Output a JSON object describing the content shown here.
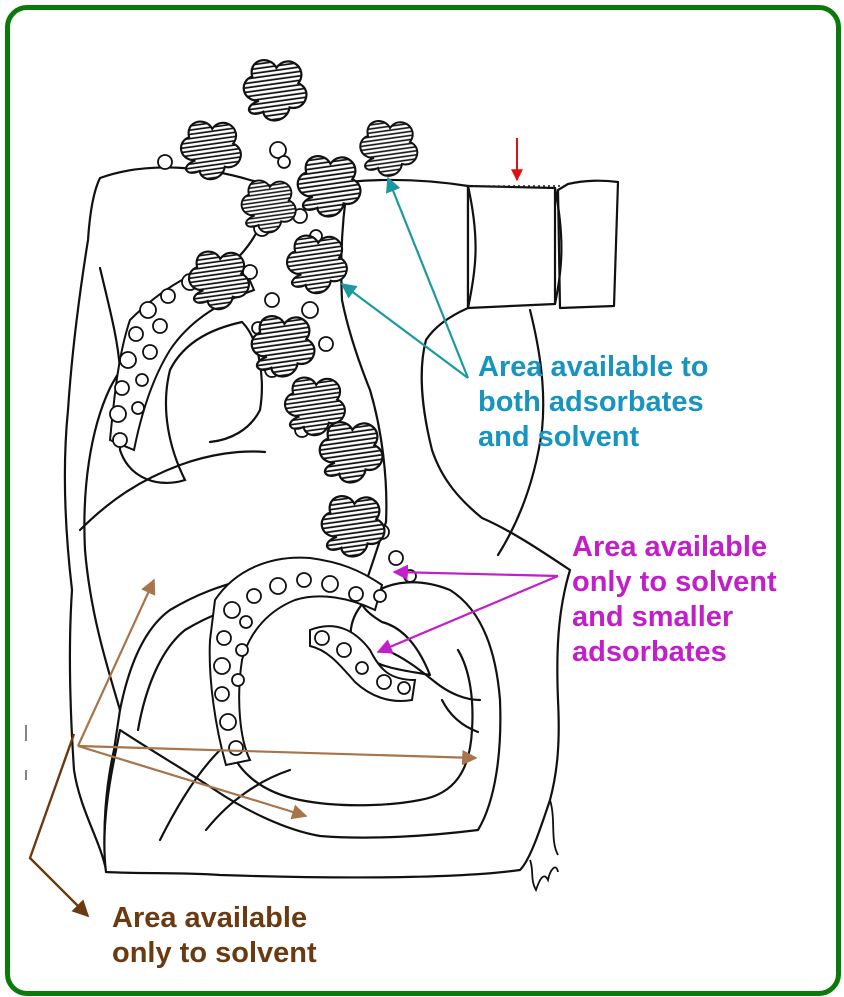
{
  "labels": {
    "both": "Area available to\nboth adsorbates\nand solvent",
    "smaller": "Area available\nonly to solvent\nand smaller\nadsorbates",
    "solvent": "Area available\nonly to solvent"
  },
  "colors": {
    "frame": "#0a7a0a",
    "both": "#1794c0",
    "smaller": "#c21ec9",
    "solvent": "#6b3a10",
    "solvent_arrows": "#a8744a",
    "teal_arrows": "#1a9aa0",
    "marker": "#e01010",
    "ink": "#111111"
  },
  "icons": {
    "adsorbate": "hatched-cloud-icon",
    "pore_particle": "small-circle-icon",
    "surface_marker": "red-down-arrow-icon"
  }
}
